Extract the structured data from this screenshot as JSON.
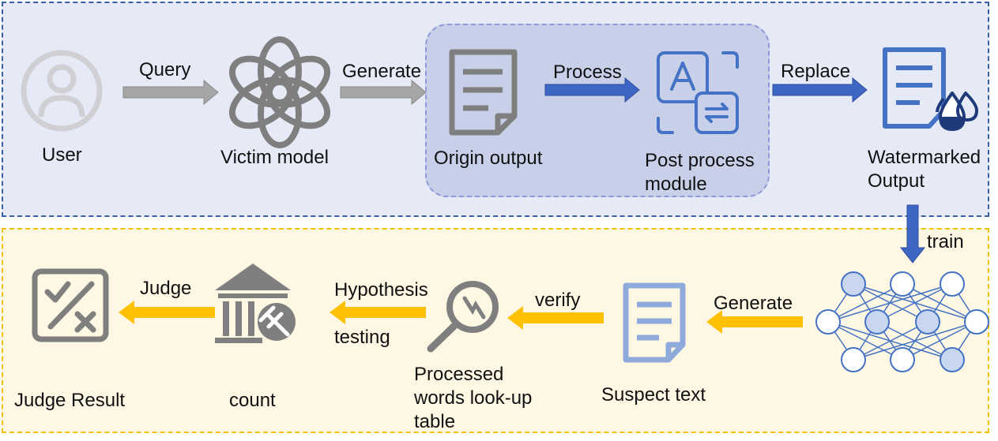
{
  "top": {
    "user_label": "User",
    "query_label": "Query",
    "victim_label": "Victim model",
    "generate_label": "Generate",
    "origin_label": "Origin output",
    "process_label": "Process",
    "post_label": "Post process\nmodule",
    "replace_label": "Replace",
    "watermarked_label": "Watermarked\nOutput",
    "train_label": "train"
  },
  "bottom": {
    "generate_label": "Generate",
    "suspect_label": "Suspect text",
    "verify_label": "verify",
    "lookup_label": "Processed\nwords look-up\ntable",
    "hypothesis_label": "Hypothesis",
    "testing_label": "testing",
    "count_label": "count",
    "judge_label": "Judge",
    "result_label": "Judge Result"
  },
  "colors": {
    "gray_arrow": "#a6a6a6",
    "blue_arrow": "#3e66c4",
    "yellow_arrow": "#ffc000",
    "gray_icon": "#7f7f7f",
    "blue_icon": "#4472c4",
    "light_blue_icon": "#8eaadb"
  }
}
